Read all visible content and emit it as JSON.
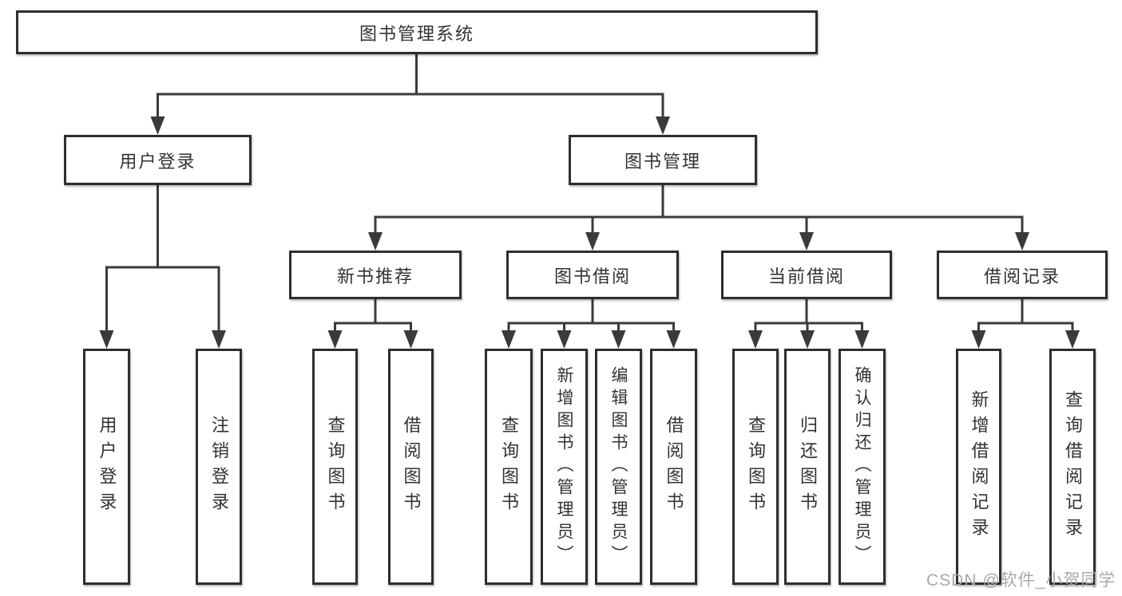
{
  "diagram": {
    "root_label": "图书管理系统",
    "branches": {
      "user_login": "用户登录",
      "book_management": "图书管理"
    },
    "sections": {
      "new_book_recommend": "新书推荐",
      "book_borrow": "图书借阅",
      "current_borrow": "当前借阅",
      "borrow_records": "借阅记录"
    },
    "leaves": {
      "user_login": [
        "用户登录",
        "注销登录"
      ],
      "new_book_recommend": [
        "查询图书",
        "借阅图书"
      ],
      "book_borrow": [
        "查询图书",
        "新增图书（管理员）",
        "编辑图书（管理员）",
        "借阅图书"
      ],
      "current_borrow": [
        "查询图书",
        "归还图书",
        "确认归还（管理员）"
      ],
      "borrow_records": [
        "新增借阅记录",
        "查询借阅记录"
      ]
    }
  },
  "watermark": "CSDN @软件_小贺同学",
  "colors": {
    "line": "#3a3a3a",
    "box_border": "#2e2e2e",
    "text": "#323232",
    "watermark": "#a9a9a9",
    "background": "#ffffff"
  }
}
